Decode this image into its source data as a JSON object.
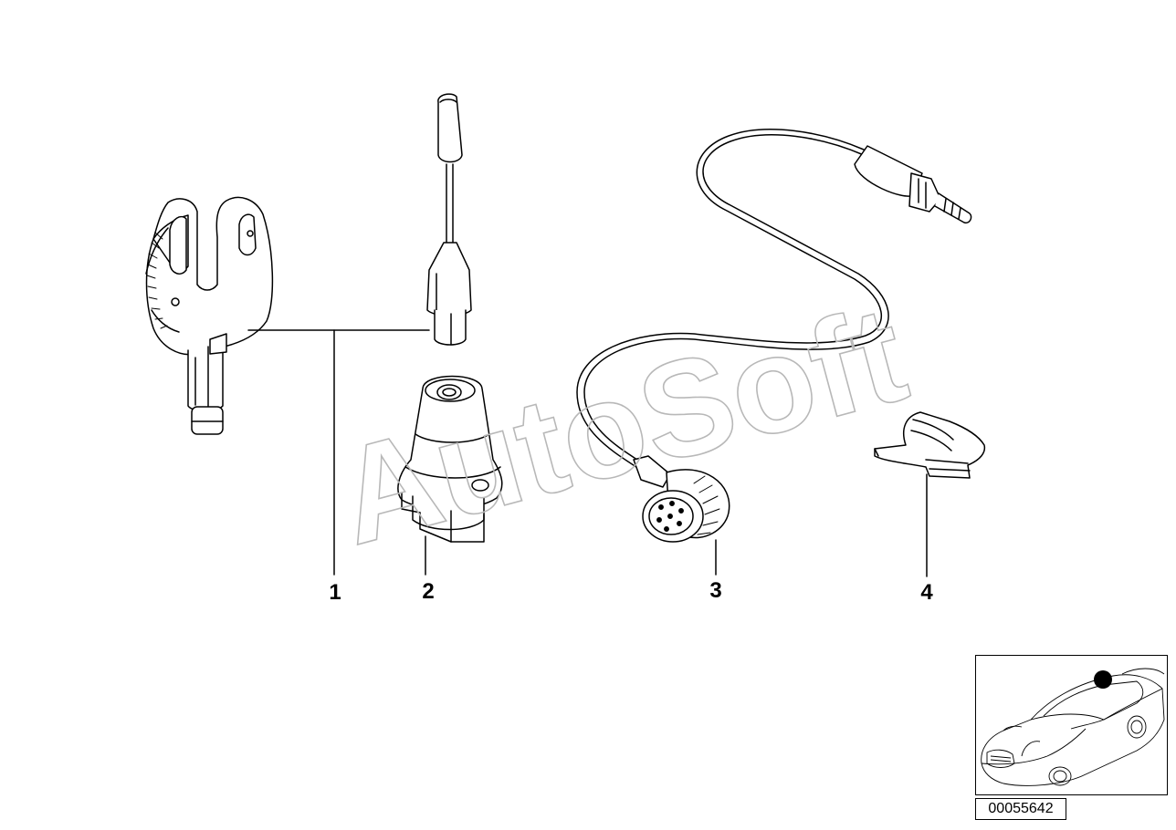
{
  "watermark": "AutoSoft",
  "callouts": [
    {
      "number": "1",
      "part": "antenna-mast-and-wrench"
    },
    {
      "number": "2",
      "part": "antenna-base"
    },
    {
      "number": "3",
      "part": "antenna-cable"
    },
    {
      "number": "4",
      "part": "cable-clip"
    }
  ],
  "diagram_number": "00055642",
  "location_marker_color": "#000000",
  "line_color": "#000000"
}
